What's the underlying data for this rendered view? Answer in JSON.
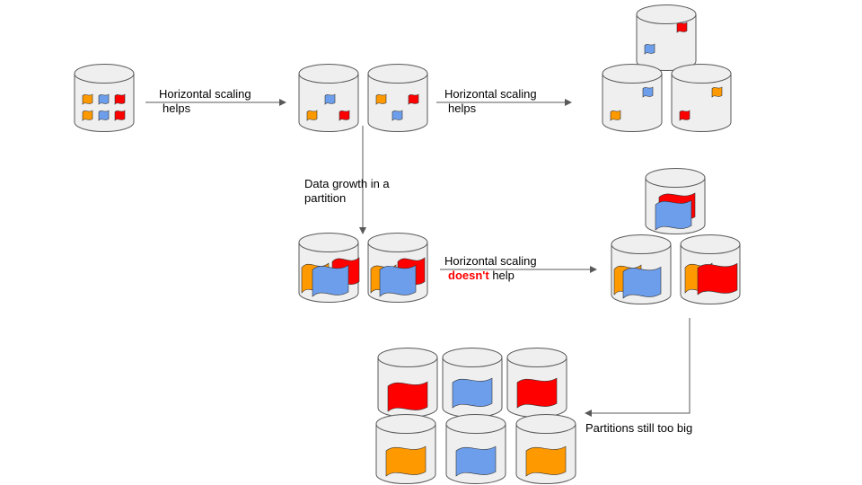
{
  "colors": {
    "orange": "#ff9900",
    "blue": "#6d9eeb",
    "red": "#ff0000",
    "cylinder_fill": "#efefef",
    "stroke": "#595959",
    "arrow": "#595959"
  },
  "labels": {
    "scale1_line1": "Horizontal scaling",
    "scale1_line2": "helps",
    "scale2_line1": "Horizontal scaling",
    "scale2_line2": "helps",
    "growth_line1": "Data growth in a",
    "growth_line2": "partition",
    "scale3_line1": "Horizontal scaling",
    "scale3_highlight": "doesn't",
    "scale3_line2_rest": " help",
    "still_big": "Partitions still too big"
  },
  "legend_icons": [
    "cylinder-icon",
    "flag-icon"
  ]
}
